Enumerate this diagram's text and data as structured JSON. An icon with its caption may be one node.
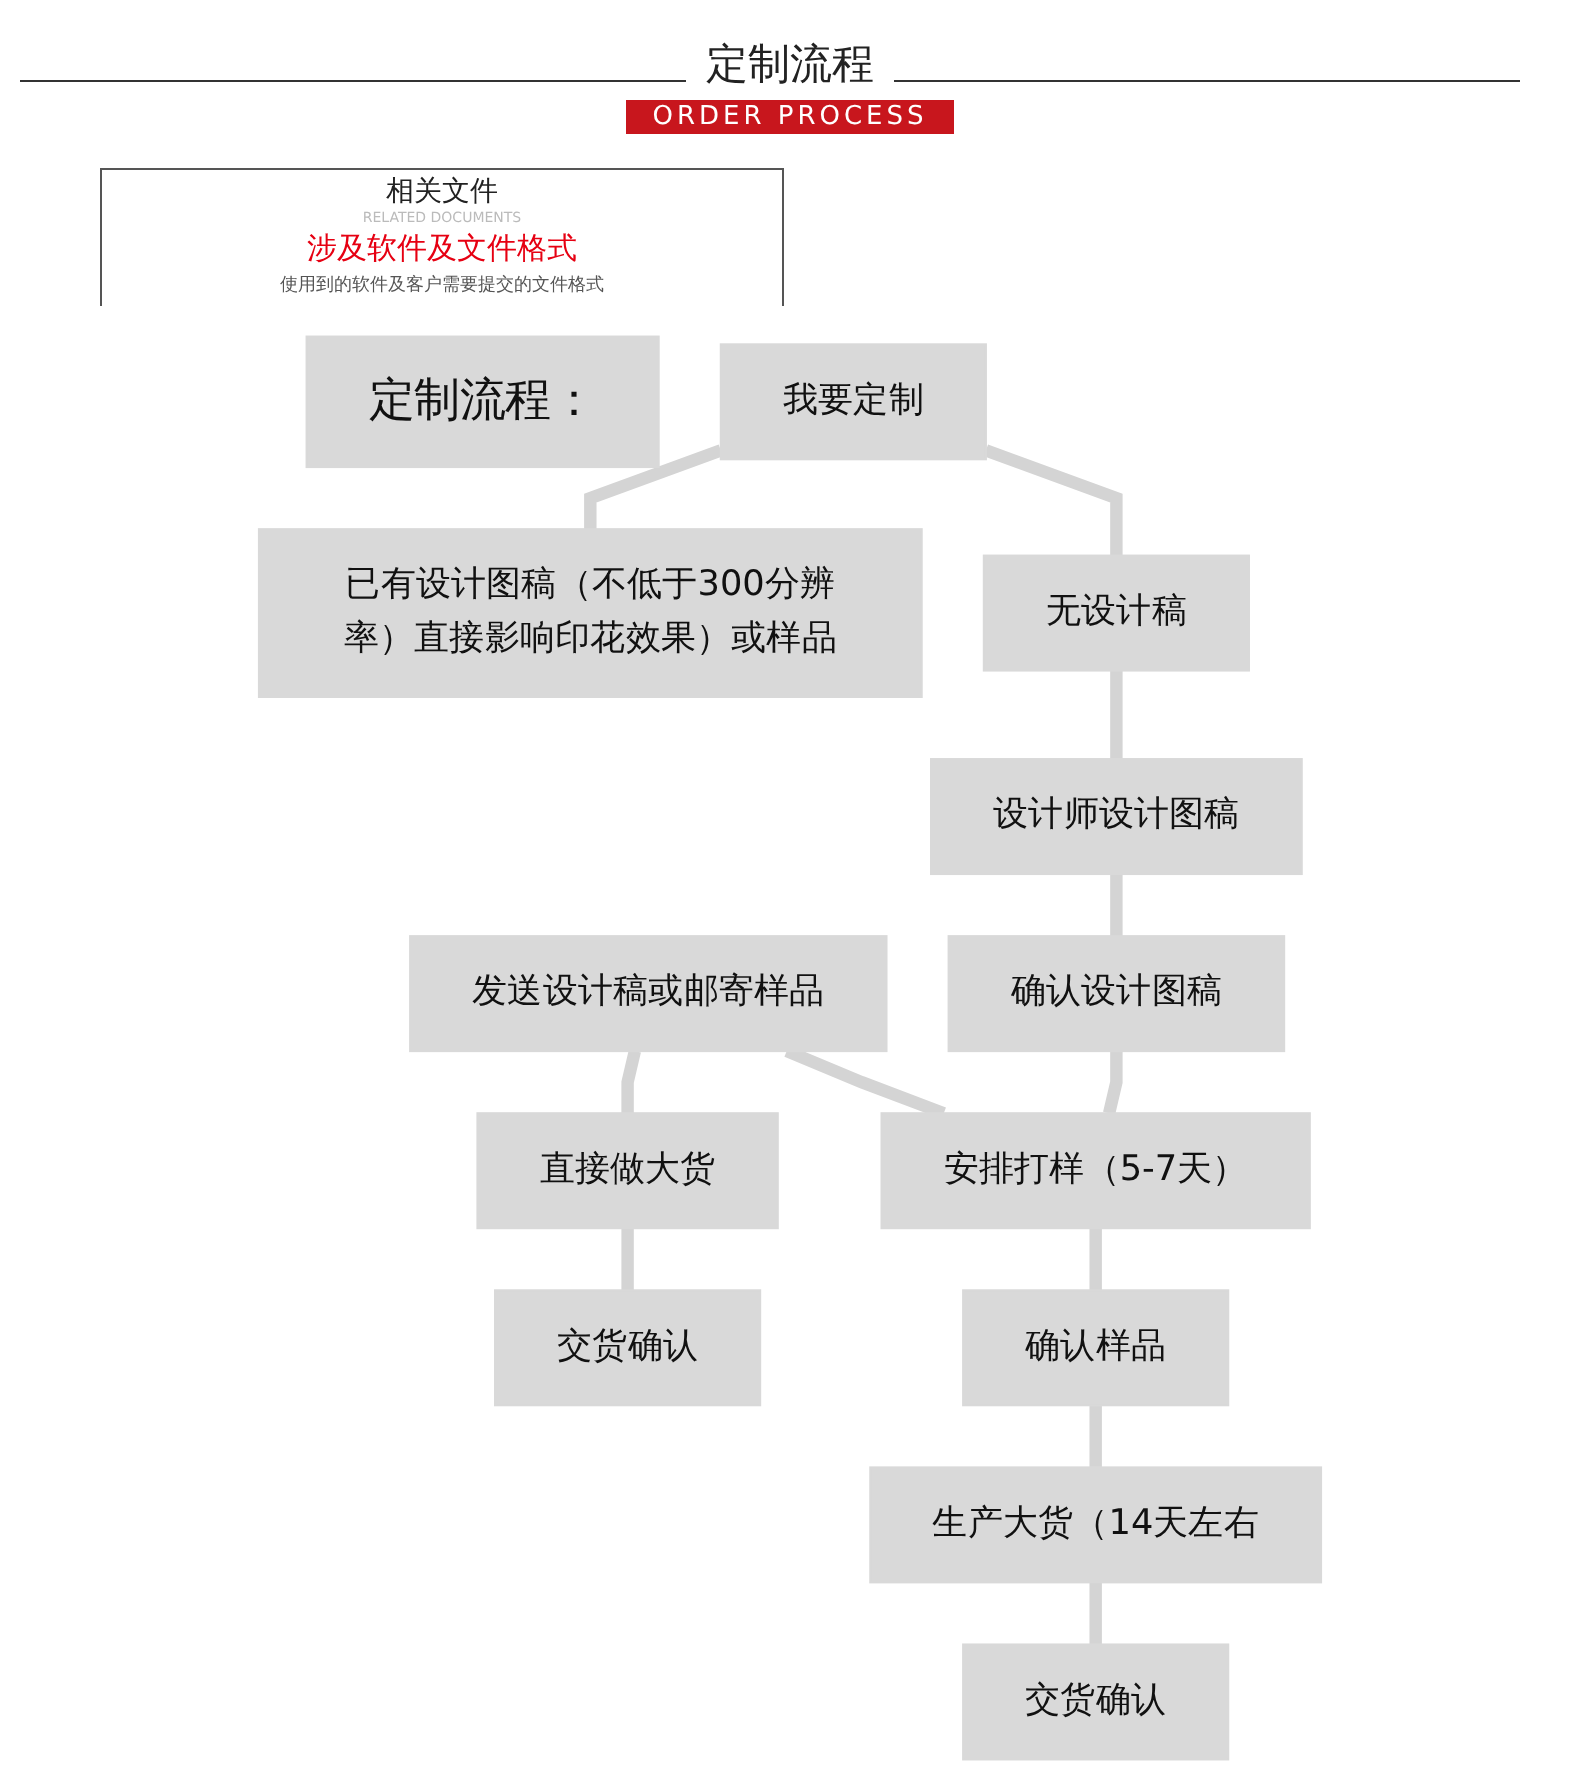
{
  "diagram": {
    "title": "定制流程",
    "nodes": [
      {
        "text": [
          "定制流程："
        ]
      },
      {
        "text": [
          "我要定制"
        ]
      },
      {
        "text": [
          "已有设计图稿（不低于300分辨率）直接影响印花效果）或样品"
        ]
      },
      {
        "text": [
          "无设计稿"
        ]
      },
      {
        "text": [
          "设计师设计图稿"
        ]
      },
      {
        "text": [
          "确认设计图稿"
        ]
      },
      {
        "text": [
          "发送设计稿或邮寄样品"
        ]
      },
      {
        "text": [
          "直接做大货"
        ]
      },
      {
        "text": [
          "交货确认"
        ]
      },
      {
        "text": [
          "安排打样（5-7天）"
        ]
      },
      {
        "text": [
          "确认样品"
        ]
      },
      {
        "text": [
          "生产大货（14天左右"
        ]
      },
      {
        "text": [
          "交货确认"
        ]
      }
    ],
    "edges": [
      {
        "from": 1,
        "to": 2,
        "arrow": "none"
      },
      {
        "from": 1,
        "to": 3,
        "arrow": "none"
      },
      {
        "from": 3,
        "to": 4,
        "arrow": "none"
      },
      {
        "from": 4,
        "to": 5,
        "arrow": "none"
      },
      {
        "from": 5,
        "to": 9,
        "arrow": "none"
      },
      {
        "from": 6,
        "to": 7,
        "arrow": "none"
      },
      {
        "from": 6,
        "to": 9,
        "arrow": "none"
      },
      {
        "from": 7,
        "to": 8,
        "arrow": "none"
      },
      {
        "from": 9,
        "to": 10,
        "arrow": "none"
      },
      {
        "from": 10,
        "to": 11,
        "arrow": "none"
      },
      {
        "from": 11,
        "to": 12,
        "arrow": "none"
      }
    ],
    "labels": [
      "ORDER PROCESS",
      "相关文件",
      "RELATED DOCUMENTS",
      "涉及软件及文件格式",
      "使用到的软件及客户需要提交的文件格式"
    ]
  }
}
